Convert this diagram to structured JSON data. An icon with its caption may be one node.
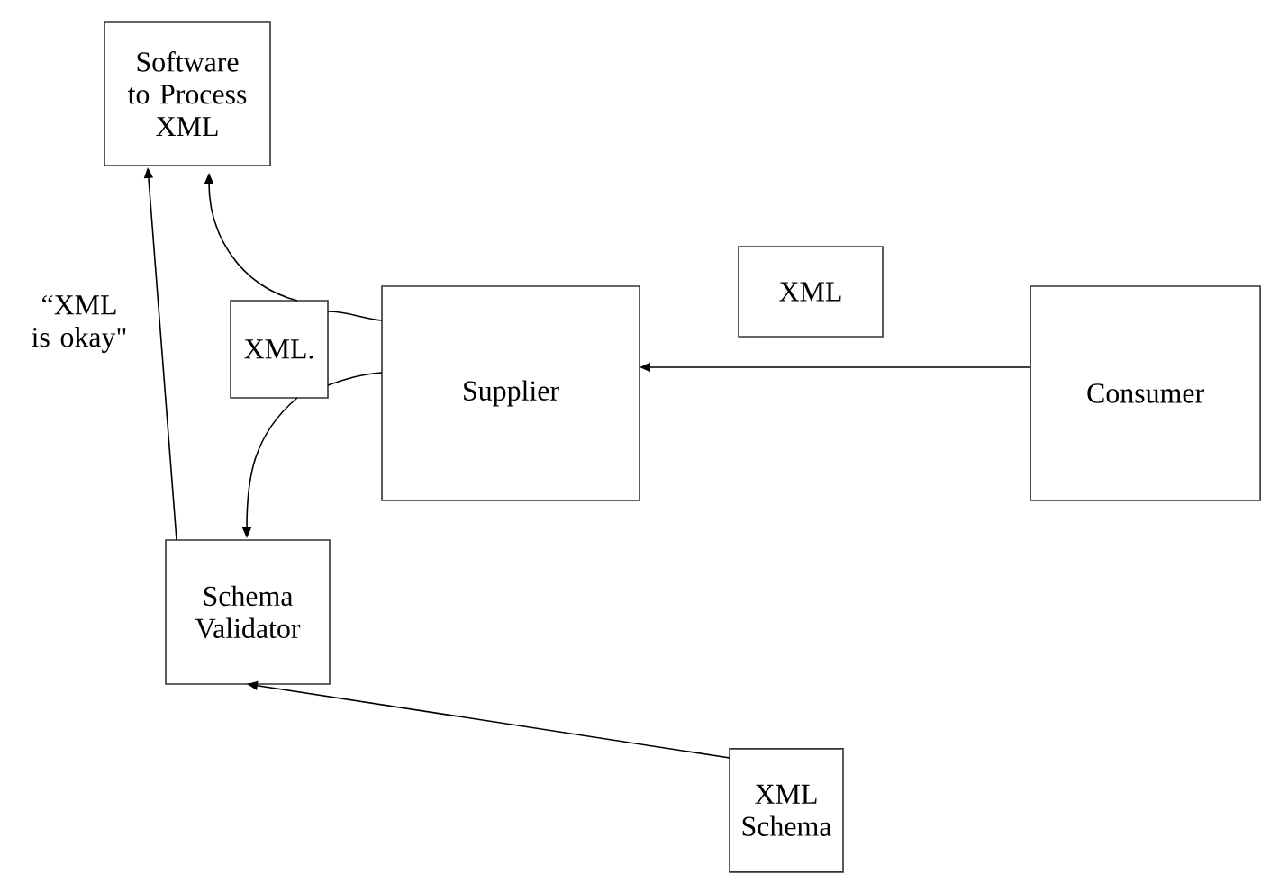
{
  "diagram": {
    "nodes": [
      {
        "text": [
          "Software to Process XML"
        ]
      },
      {
        "text": [
          "XML."
        ]
      },
      {
        "text": [
          "Supplier"
        ]
      },
      {
        "text": [
          "XML"
        ]
      },
      {
        "text": [
          "Consumer"
        ]
      },
      {
        "text": [
          "Schema Validator"
        ]
      },
      {
        "text": [
          "XML Schema"
        ]
      }
    ],
    "edges": [
      {
        "from": 4,
        "to": 2,
        "arrow": "to"
      },
      {
        "from": 2,
        "to": 1,
        "arrow": "none"
      },
      {
        "from": 1,
        "to": 0,
        "arrow": "to"
      },
      {
        "from": 2,
        "to": 1,
        "arrow": "none"
      },
      {
        "from": 1,
        "to": 5,
        "arrow": "to"
      },
      {
        "from": 5,
        "to": 0,
        "arrow": "to",
        "label": "“XML is okay\""
      },
      {
        "from": 6,
        "to": 5,
        "arrow": "to"
      }
    ]
  }
}
